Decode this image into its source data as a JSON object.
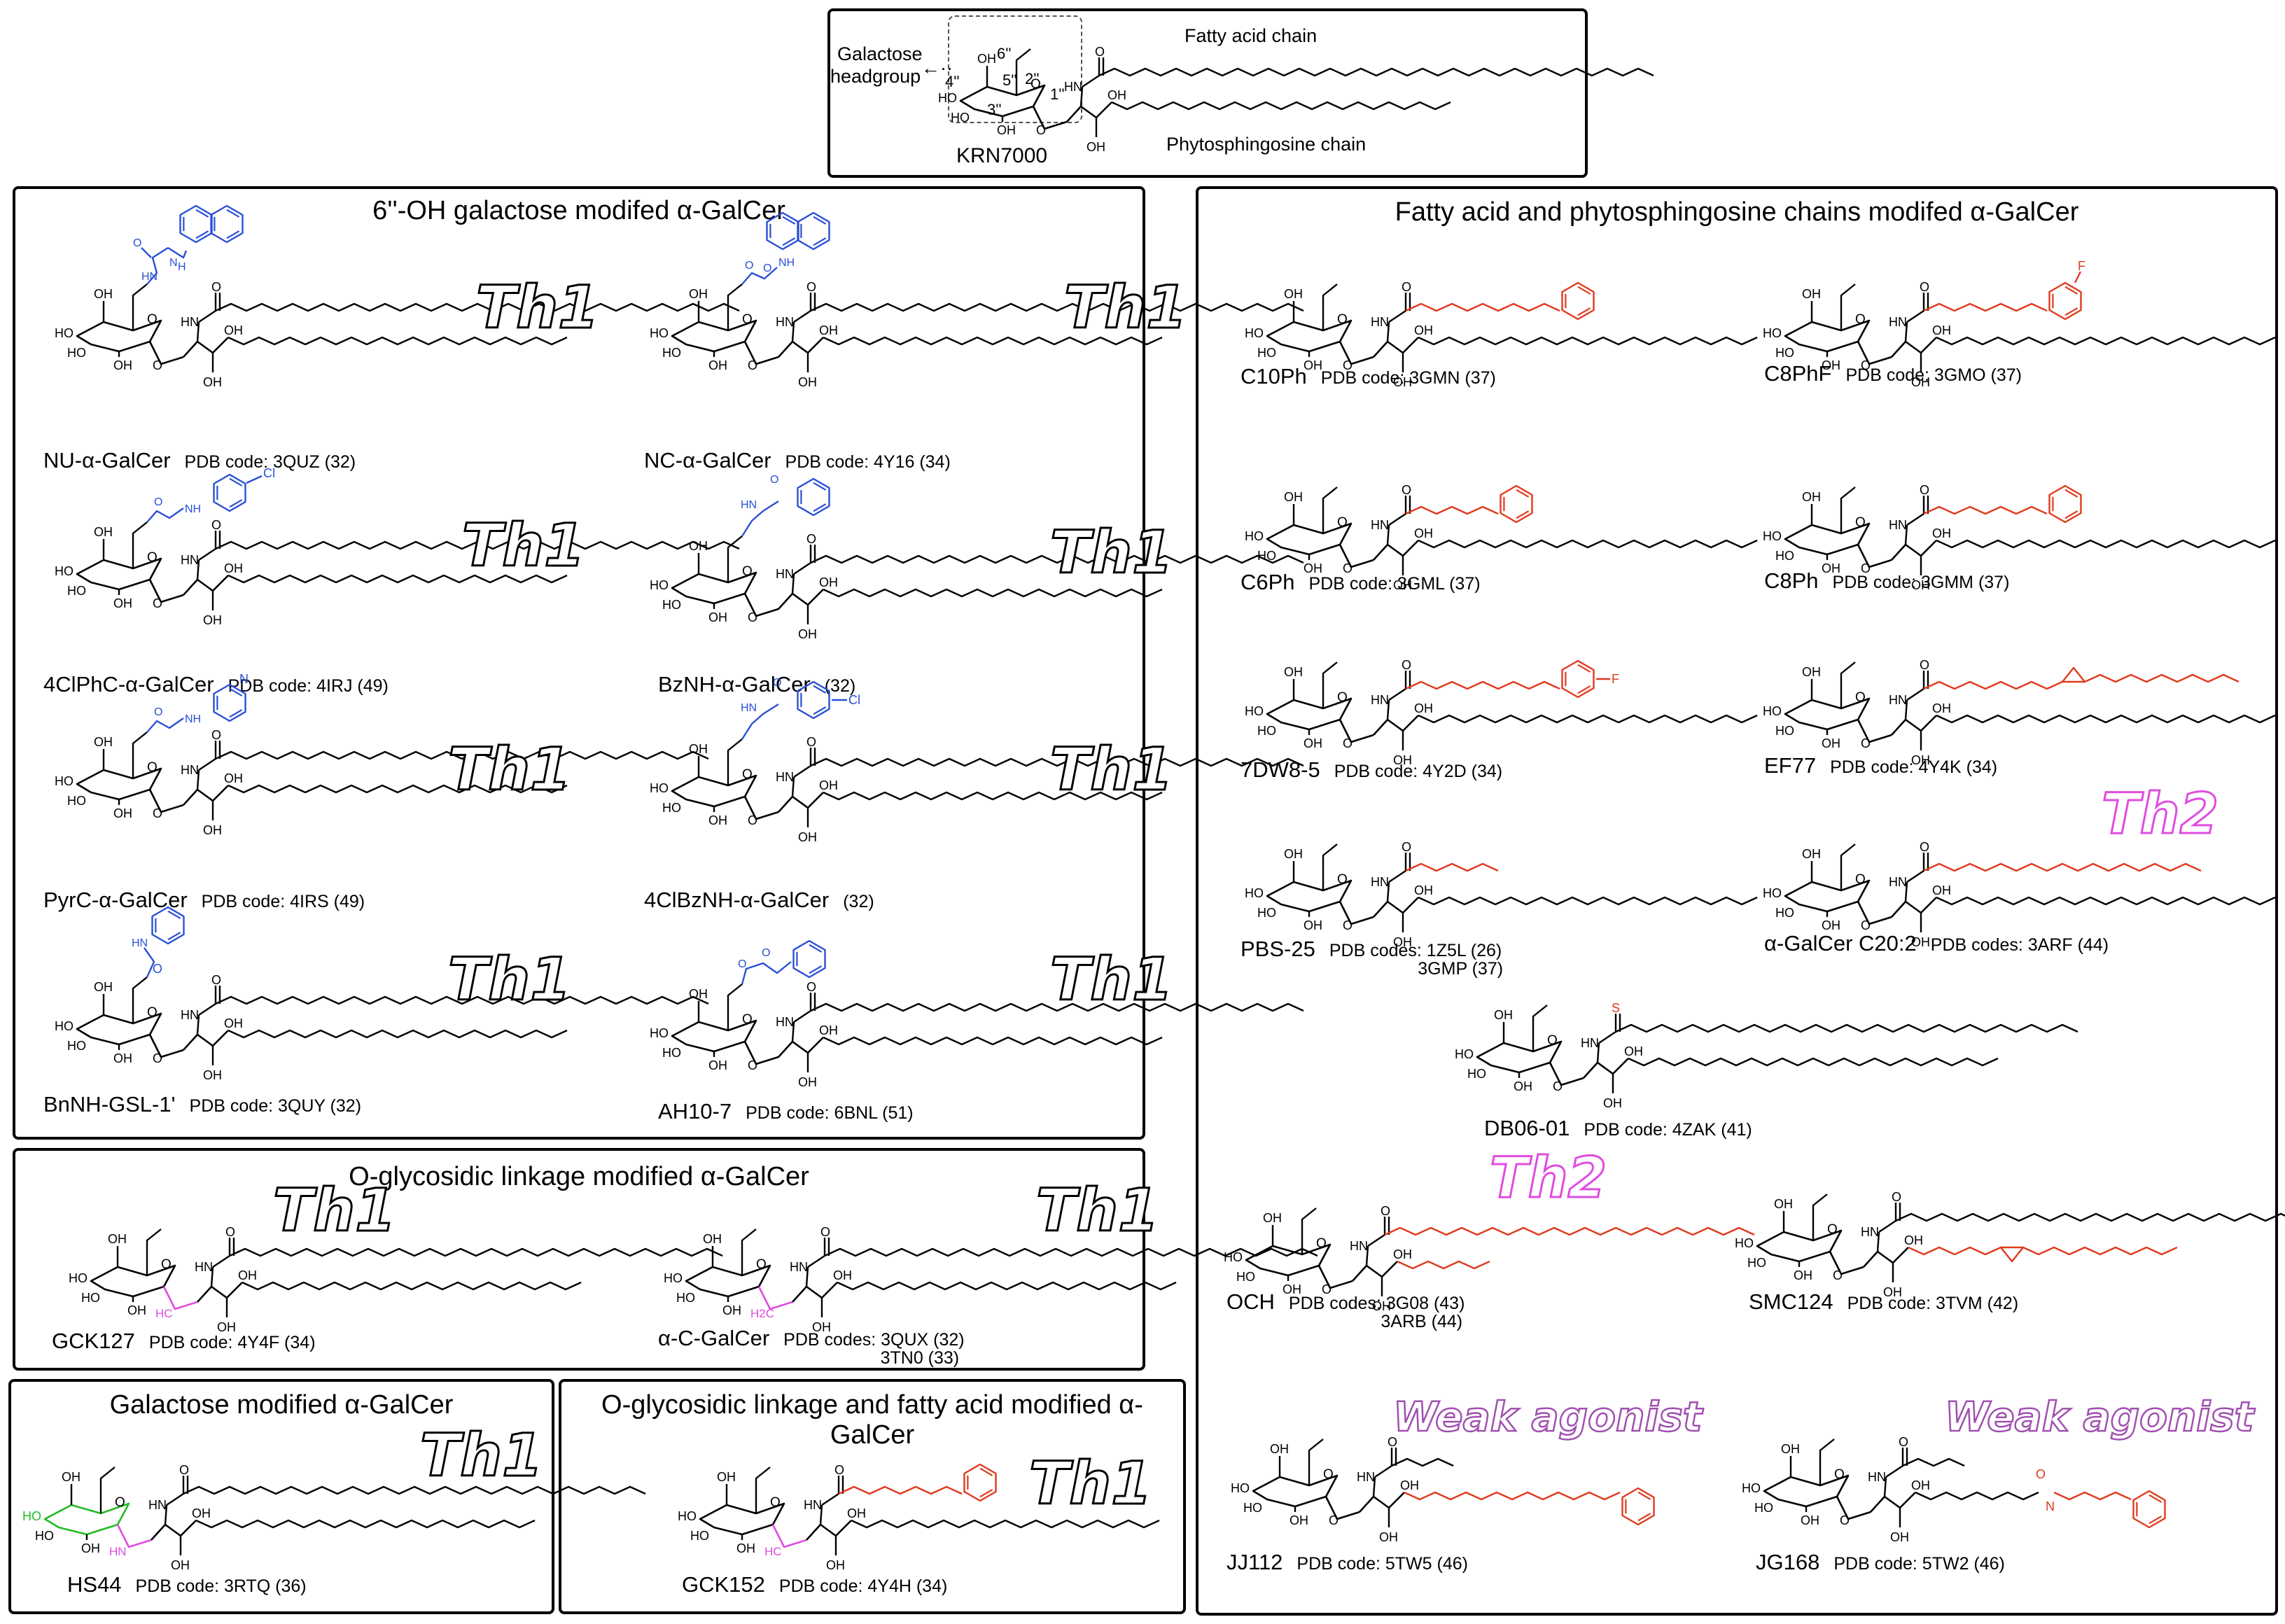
{
  "krn": {
    "name": "KRN7000",
    "galactose_label_1": "Galactose",
    "galactose_label_2": "headgroup",
    "fatty_acid_label": "Fatty acid chain",
    "phyto_label": "Phytosphingosine chain",
    "positions": [
      "6''",
      "4''",
      "5''",
      "2''",
      "3''",
      "1''"
    ]
  },
  "panels": {
    "oh6_title": "6''-OH galactose modifed α-GalCer",
    "chains_title": "Fatty acid and phytosphingosine chains modifed α-GalCer",
    "oglyco_title": "O-glycosidic linkage modified α-GalCer",
    "galmod_title": "Galactose modified α-GalCer",
    "oglyco_fa_title": "O-glycosidic linkage and fatty acid modified α-GalCer"
  },
  "activity": {
    "th1": "Th1",
    "th2": "Th2",
    "weak": "Weak agonist"
  },
  "compounds": [
    {
      "name": "NU-α-GalCer",
      "pdb": "PDB code: 3QUZ (32)"
    },
    {
      "name": "NC-α-GalCer",
      "pdb": "PDB code: 4Y16 (34)"
    },
    {
      "name": "4ClPhC-α-GalCer",
      "pdb": "PDB code: 4IRJ (49)"
    },
    {
      "name": "BzNH-α-GalCer",
      "pdb": "(32)"
    },
    {
      "name": "PyrC-α-GalCer",
      "pdb": "PDB code: 4IRS (49)"
    },
    {
      "name": "4ClBzNH-α-GalCer",
      "pdb": "(32)"
    },
    {
      "name": "BnNH-GSL-1'",
      "pdb": "PDB code: 3QUY (32)"
    },
    {
      "name": "AH10-7",
      "pdb": "PDB code: 6BNL (51)"
    },
    {
      "name": "GCK127",
      "pdb": "PDB code: 4Y4F (34)"
    },
    {
      "name": "α-C-GalCer",
      "pdb": "PDB codes: 3QUX (32)",
      "pdb2": "3TN0 (33)"
    },
    {
      "name": "HS44",
      "pdb": "PDB code: 3RTQ (36)"
    },
    {
      "name": "GCK152",
      "pdb": "PDB code: 4Y4H (34)"
    },
    {
      "name": "C10Ph",
      "pdb": "PDB code: 3GMN (37)"
    },
    {
      "name": "C8PhF",
      "pdb": "PDB code: 3GMO (37)"
    },
    {
      "name": "C6Ph",
      "pdb": "PDB code: 3GML (37)"
    },
    {
      "name": "C8Ph",
      "pdb": "PDB code: 3GMM (37)"
    },
    {
      "name": "7DW8-5",
      "pdb": "PDB code: 4Y2D (34)"
    },
    {
      "name": "EF77",
      "pdb": "PDB code: 4Y4K (34)"
    },
    {
      "name": "PBS-25",
      "pdb": "PDB codes: 1Z5L (26)",
      "pdb2": "3GMP (37)"
    },
    {
      "name": "α-GalCer C20:2",
      "pdb": "PDB codes: 3ARF (44)"
    },
    {
      "name": "DB06-01",
      "pdb": "PDB code: 4ZAK (41)"
    },
    {
      "name": "OCH",
      "pdb": "PDB codes: 3G08 (43)",
      "pdb2": "3ARB (44)"
    },
    {
      "name": "SMC124",
      "pdb": "PDB code: 3TVM (42)"
    },
    {
      "name": "JJ112",
      "pdb": "PDB code: 5TW5 (46)"
    },
    {
      "name": "JG168",
      "pdb": "PDB code: 5TW2 (46)"
    }
  ],
  "atoms": {
    "oh": "OH",
    "ho": "HO",
    "o": "O",
    "hn": "HN",
    "h": "H",
    "n": "N",
    "nh": "NH",
    "cl": "Cl",
    "f": "F",
    "s": "S",
    "hc": "HC",
    "h2c": "H2C"
  },
  "colors": {
    "blue": "#2a4fd6",
    "red": "#e03a1e",
    "magenta": "#e04ce0",
    "green": "#22bb22",
    "purple": "#a050b0"
  }
}
